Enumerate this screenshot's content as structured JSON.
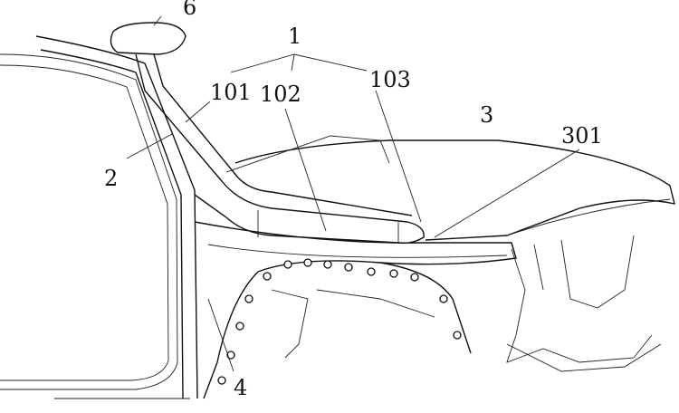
{
  "figure": {
    "labels": {
      "assembly": "1",
      "part_101": "101",
      "part_102": "102",
      "part_103": "103",
      "pillar": "2",
      "hood": "3",
      "hood_edge": "301",
      "fender": "4",
      "snorkel_head": "6"
    }
  }
}
